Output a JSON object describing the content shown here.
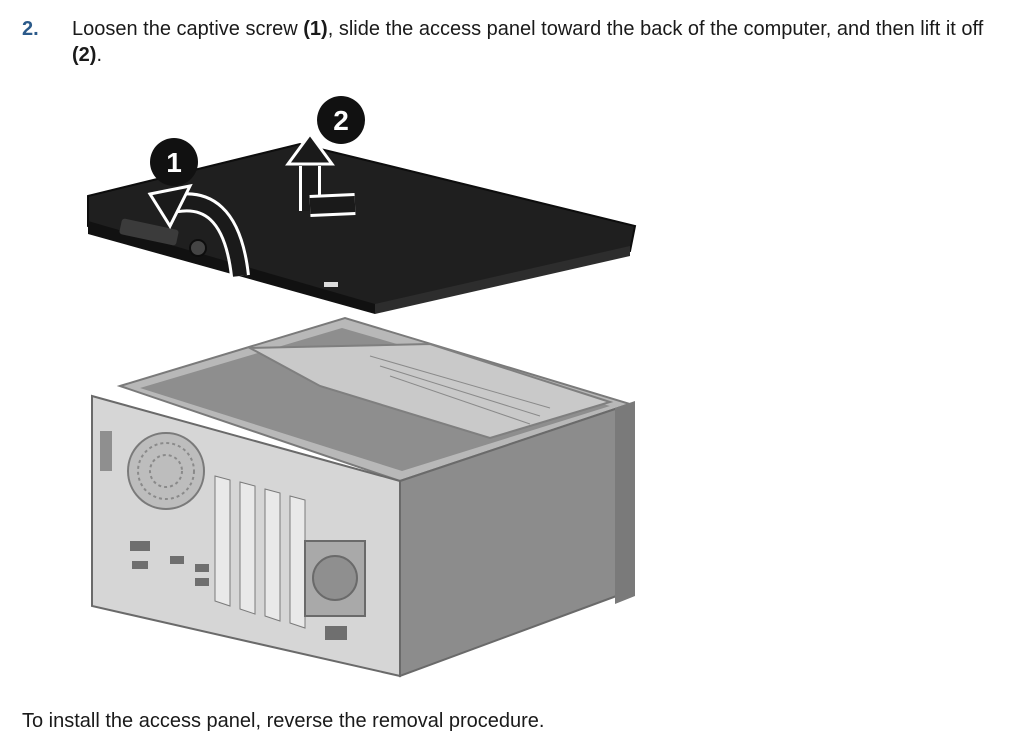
{
  "step": {
    "number": "2.",
    "text_1": "Loosen the captive screw ",
    "ref_1": "(1)",
    "text_2": ", slide the access panel toward the back of the computer, and then lift it off ",
    "ref_2": "(2)",
    "text_3": "."
  },
  "figure": {
    "callout_1": "1",
    "callout_2": "2"
  },
  "footer": {
    "text": "To install the access panel, reverse the removal procedure."
  },
  "colors": {
    "step_number": "#2b5a8a",
    "panel": "#1e1e1e",
    "chassis": "#9a9a9a"
  }
}
